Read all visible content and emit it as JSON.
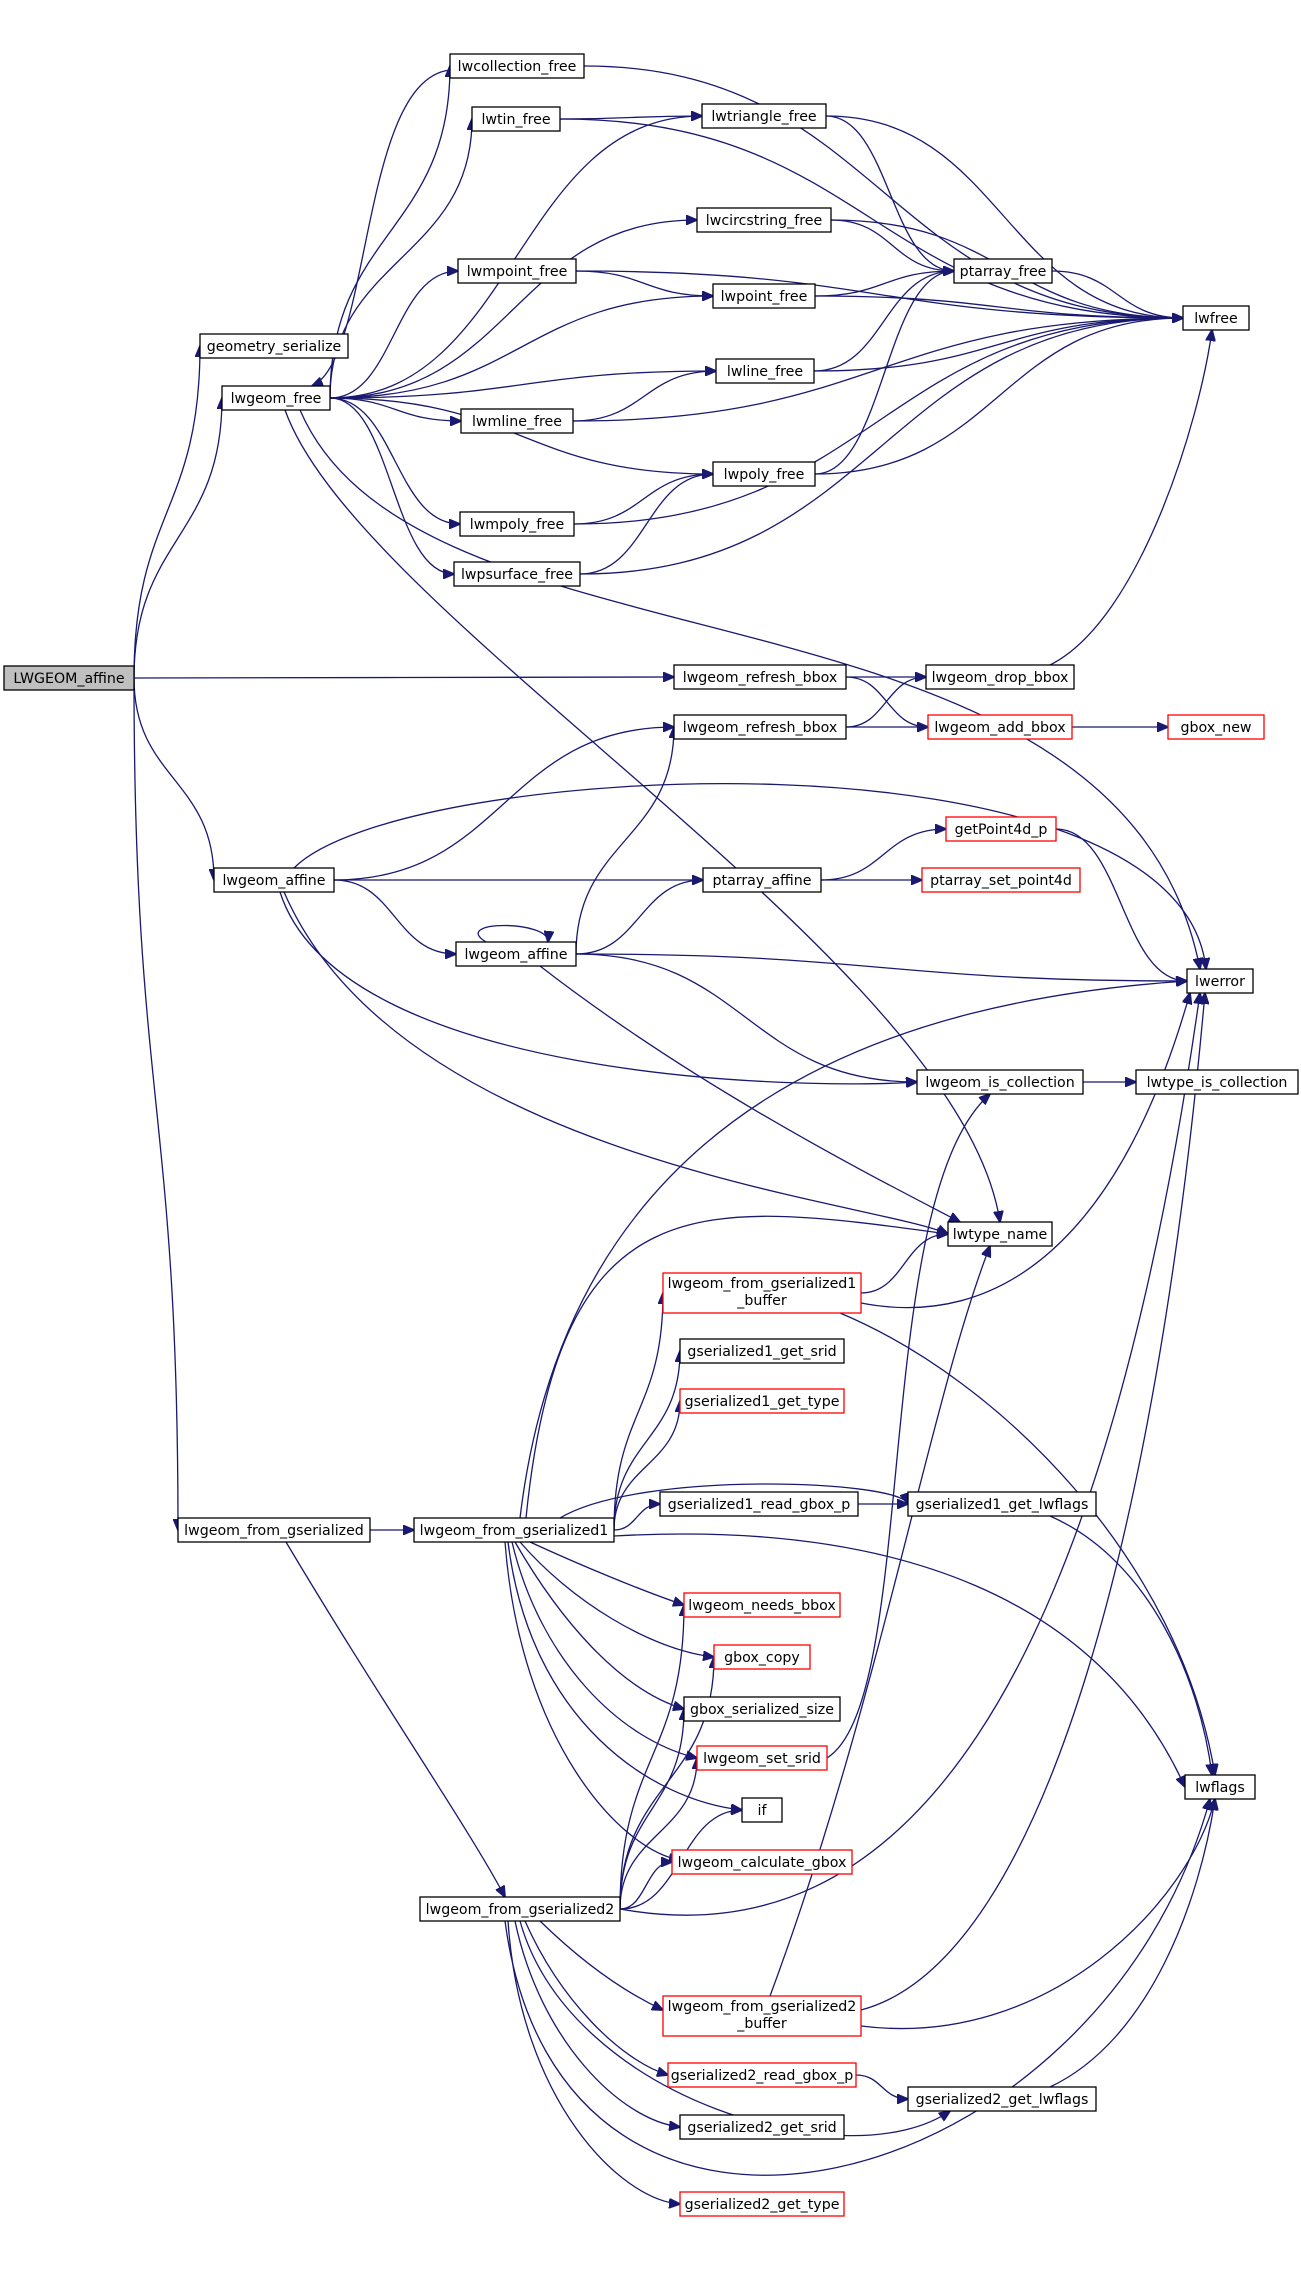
{
  "colors": {
    "edge": "#191970",
    "node_border": "#000000",
    "node_border_incomplete": "#ff0000",
    "root_fill": "#bfbfbf",
    "node_fill": "#ffffff"
  },
  "nodes": {
    "root": {
      "label": "LWGEOM_affine"
    },
    "geometry_serialize": {
      "label": "geometry_serialize"
    },
    "lwgeom_free": {
      "label": "lwgeom_free"
    },
    "lwcollection_free": {
      "label": "lwcollection_free"
    },
    "lwtin_free": {
      "label": "lwtin_free"
    },
    "lwtriangle_free": {
      "label": "lwtriangle_free"
    },
    "lwcircstring_free": {
      "label": "lwcircstring_free"
    },
    "lwmpoint_free": {
      "label": "lwmpoint_free"
    },
    "lwpoint_free": {
      "label": "lwpoint_free"
    },
    "ptarray_free": {
      "label": "ptarray_free"
    },
    "lwfree": {
      "label": "lwfree"
    },
    "lwline_free": {
      "label": "lwline_free"
    },
    "lwmline_free": {
      "label": "lwmline_free"
    },
    "lwpoly_free": {
      "label": "lwpoly_free"
    },
    "lwmpoly_free": {
      "label": "lwmpoly_free"
    },
    "lwpsurface_free": {
      "label": "lwpsurface_free"
    },
    "lwgeom_refresh_bbox_a": {
      "label": "lwgeom_refresh_bbox"
    },
    "lwgeom_drop_bbox": {
      "label": "lwgeom_drop_bbox"
    },
    "lwgeom_refresh_bbox_b": {
      "label": "lwgeom_refresh_bbox"
    },
    "lwgeom_add_bbox": {
      "label": "lwgeom_add_bbox"
    },
    "gbox_new": {
      "label": "gbox_new"
    },
    "lwgeom_affine_a": {
      "label": "lwgeom_affine"
    },
    "getPoint4d_p": {
      "label": "getPoint4d_p"
    },
    "ptarray_affine": {
      "label": "ptarray_affine"
    },
    "ptarray_set_point4d": {
      "label": "ptarray_set_point4d"
    },
    "lwgeom_affine_b": {
      "label": "lwgeom_affine"
    },
    "lwerror": {
      "label": "lwerror"
    },
    "lwgeom_is_collection": {
      "label": "lwgeom_is_collection"
    },
    "lwtype_is_collection": {
      "label": "lwtype_is_collection"
    },
    "lwtype_name": {
      "label": "lwtype_name"
    },
    "lwgeom_from_gserialized1_buffer": {
      "label": "lwgeom_from_gserialized1",
      "label2": "_buffer"
    },
    "gserialized1_get_srid": {
      "label": "gserialized1_get_srid"
    },
    "gserialized1_get_type": {
      "label": "gserialized1_get_type"
    },
    "lwgeom_from_gserialized": {
      "label": "lwgeom_from_gserialized"
    },
    "lwgeom_from_gserialized1": {
      "label": "lwgeom_from_gserialized1"
    },
    "gserialized1_read_gbox_p": {
      "label": "gserialized1_read_gbox_p"
    },
    "gserialized1_get_lwflags": {
      "label": "gserialized1_get_lwflags"
    },
    "lwgeom_needs_bbox": {
      "label": "lwgeom_needs_bbox"
    },
    "gbox_copy": {
      "label": "gbox_copy"
    },
    "gbox_serialized_size": {
      "label": "gbox_serialized_size"
    },
    "lwgeom_set_srid": {
      "label": "lwgeom_set_srid"
    },
    "lwflags": {
      "label": "lwflags"
    },
    "if": {
      "label": "if"
    },
    "lwgeom_calculate_gbox": {
      "label": "lwgeom_calculate_gbox"
    },
    "lwgeom_from_gserialized2": {
      "label": "lwgeom_from_gserialized2"
    },
    "lwgeom_from_gserialized2_buffer": {
      "label": "lwgeom_from_gserialized2",
      "label2": "_buffer"
    },
    "gserialized2_read_gbox_p": {
      "label": "gserialized2_read_gbox_p"
    },
    "gserialized2_get_lwflags": {
      "label": "gserialized2_get_lwflags"
    },
    "gserialized2_get_srid": {
      "label": "gserialized2_get_srid"
    },
    "gserialized2_get_type": {
      "label": "gserialized2_get_type"
    }
  },
  "node_styles": {
    "root": "root",
    "lwgeom_add_bbox": "incomplete",
    "gbox_new": "incomplete",
    "getPoint4d_p": "incomplete",
    "ptarray_set_point4d": "incomplete",
    "lwgeom_from_gserialized1_buffer": "incomplete",
    "gserialized1_get_type": "incomplete",
    "lwgeom_needs_bbox": "incomplete",
    "gbox_copy": "incomplete",
    "lwgeom_set_srid": "incomplete",
    "lwgeom_calculate_gbox": "incomplete",
    "lwgeom_from_gserialized2_buffer": "incomplete",
    "gserialized2_read_gbox_p": "incomplete",
    "gserialized2_get_type": "incomplete"
  },
  "edges": [
    [
      "root",
      "geometry_serialize"
    ],
    [
      "root",
      "lwgeom_free"
    ],
    [
      "root",
      "lwgeom_refresh_bbox_a"
    ],
    [
      "root",
      "lwgeom_affine_a"
    ],
    [
      "root",
      "lwgeom_from_gserialized"
    ],
    [
      "lwgeom_free",
      "lwcollection_free"
    ],
    [
      "lwgeom_free",
      "lwtin_free"
    ],
    [
      "lwgeom_free",
      "lwtriangle_free"
    ],
    [
      "lwgeom_free",
      "lwcircstring_free"
    ],
    [
      "lwgeom_free",
      "lwmpoint_free"
    ],
    [
      "lwgeom_free",
      "lwpoint_free"
    ],
    [
      "lwgeom_free",
      "lwline_free"
    ],
    [
      "lwgeom_free",
      "lwmline_free"
    ],
    [
      "lwgeom_free",
      "lwpoly_free"
    ],
    [
      "lwgeom_free",
      "lwmpoly_free"
    ],
    [
      "lwgeom_free",
      "lwpsurface_free"
    ],
    [
      "lwgeom_free",
      "lwerror"
    ],
    [
      "lwgeom_free",
      "lwtype_name"
    ],
    [
      "lwcollection_free",
      "lwgeom_free"
    ],
    [
      "lwcollection_free",
      "lwfree"
    ],
    [
      "lwtin_free",
      "lwtriangle_free"
    ],
    [
      "lwtin_free",
      "lwfree"
    ],
    [
      "lwtriangle_free",
      "ptarray_free"
    ],
    [
      "lwtriangle_free",
      "lwfree"
    ],
    [
      "lwcircstring_free",
      "ptarray_free"
    ],
    [
      "lwcircstring_free",
      "lwfree"
    ],
    [
      "lwmpoint_free",
      "lwpoint_free"
    ],
    [
      "lwmpoint_free",
      "lwfree"
    ],
    [
      "lwpoint_free",
      "ptarray_free"
    ],
    [
      "lwpoint_free",
      "lwfree"
    ],
    [
      "ptarray_free",
      "lwfree"
    ],
    [
      "lwline_free",
      "ptarray_free"
    ],
    [
      "lwline_free",
      "lwfree"
    ],
    [
      "lwmline_free",
      "lwline_free"
    ],
    [
      "lwmline_free",
      "lwfree"
    ],
    [
      "lwpoly_free",
      "ptarray_free"
    ],
    [
      "lwpoly_free",
      "lwfree"
    ],
    [
      "lwmpoly_free",
      "lwpoly_free"
    ],
    [
      "lwmpoly_free",
      "lwfree"
    ],
    [
      "lwpsurface_free",
      "lwpoly_free"
    ],
    [
      "lwpsurface_free",
      "lwfree"
    ],
    [
      "lwgeom_refresh_bbox_a",
      "lwgeom_drop_bbox"
    ],
    [
      "lwgeom_refresh_bbox_a",
      "lwgeom_add_bbox"
    ],
    [
      "lwgeom_drop_bbox",
      "lwfree"
    ],
    [
      "lwgeom_refresh_bbox_b",
      "lwgeom_drop_bbox"
    ],
    [
      "lwgeom_refresh_bbox_b",
      "lwgeom_add_bbox"
    ],
    [
      "lwgeom_add_bbox",
      "gbox_new"
    ],
    [
      "lwgeom_affine_a",
      "lwgeom_refresh_bbox_b"
    ],
    [
      "lwgeom_affine_a",
      "ptarray_affine"
    ],
    [
      "lwgeom_affine_a",
      "lwgeom_affine_b"
    ],
    [
      "lwgeom_affine_a",
      "lwerror"
    ],
    [
      "lwgeom_affine_a",
      "lwgeom_is_collection"
    ],
    [
      "lwgeom_affine_a",
      "lwtype_name"
    ],
    [
      "lwgeom_affine_b",
      "lwgeom_affine_b"
    ],
    [
      "lwgeom_affine_b",
      "lwgeom_refresh_bbox_b"
    ],
    [
      "lwgeom_affine_b",
      "ptarray_affine"
    ],
    [
      "lwgeom_affine_b",
      "lwerror"
    ],
    [
      "lwgeom_affine_b",
      "lwgeom_is_collection"
    ],
    [
      "lwgeom_affine_b",
      "lwtype_name"
    ],
    [
      "ptarray_affine",
      "getPoint4d_p"
    ],
    [
      "ptarray_affine",
      "ptarray_set_point4d"
    ],
    [
      "getPoint4d_p",
      "lwerror"
    ],
    [
      "lwgeom_is_collection",
      "lwtype_is_collection"
    ],
    [
      "lwgeom_from_gserialized",
      "lwgeom_from_gserialized1"
    ],
    [
      "lwgeom_from_gserialized",
      "lwgeom_from_gserialized2"
    ],
    [
      "lwgeom_from_gserialized1",
      "lwerror"
    ],
    [
      "lwgeom_from_gserialized1",
      "lwtype_name"
    ],
    [
      "lwgeom_from_gserialized1",
      "lwgeom_from_gserialized1_buffer"
    ],
    [
      "lwgeom_from_gserialized1",
      "gserialized1_get_srid"
    ],
    [
      "lwgeom_from_gserialized1",
      "gserialized1_get_type"
    ],
    [
      "lwgeom_from_gserialized1",
      "gserialized1_read_gbox_p"
    ],
    [
      "lwgeom_from_gserialized1",
      "gserialized1_get_lwflags"
    ],
    [
      "lwgeom_from_gserialized1",
      "lwflags"
    ],
    [
      "lwgeom_from_gserialized1",
      "lwgeom_needs_bbox"
    ],
    [
      "lwgeom_from_gserialized1",
      "gbox_copy"
    ],
    [
      "lwgeom_from_gserialized1",
      "gbox_serialized_size"
    ],
    [
      "lwgeom_from_gserialized1",
      "lwgeom_set_srid"
    ],
    [
      "lwgeom_from_gserialized1",
      "if"
    ],
    [
      "lwgeom_from_gserialized1",
      "lwgeom_calculate_gbox"
    ],
    [
      "lwgeom_from_gserialized1_buffer",
      "lwtype_name"
    ],
    [
      "lwgeom_from_gserialized1_buffer",
      "lwerror"
    ],
    [
      "lwgeom_from_gserialized1_buffer",
      "lwflags"
    ],
    [
      "gserialized1_read_gbox_p",
      "gserialized1_get_lwflags"
    ],
    [
      "gserialized1_get_lwflags",
      "lwflags"
    ],
    [
      "lwgeom_set_srid",
      "lwgeom_is_collection"
    ],
    [
      "lwgeom_from_gserialized2",
      "lwgeom_needs_bbox"
    ],
    [
      "lwgeom_from_gserialized2",
      "gbox_copy"
    ],
    [
      "lwgeom_from_gserialized2",
      "gbox_serialized_size"
    ],
    [
      "lwgeom_from_gserialized2",
      "lwgeom_set_srid"
    ],
    [
      "lwgeom_from_gserialized2",
      "if"
    ],
    [
      "lwgeom_from_gserialized2",
      "lwgeom_calculate_gbox"
    ],
    [
      "lwgeom_from_gserialized2",
      "lwerror"
    ],
    [
      "lwgeom_from_gserialized2",
      "lwgeom_from_gserialized2_buffer"
    ],
    [
      "lwgeom_from_gserialized2",
      "gserialized2_read_gbox_p"
    ],
    [
      "lwgeom_from_gserialized2",
      "gserialized2_get_lwflags"
    ],
    [
      "lwgeom_from_gserialized2",
      "gserialized2_get_srid"
    ],
    [
      "lwgeom_from_gserialized2",
      "gserialized2_get_type"
    ],
    [
      "lwgeom_from_gserialized2",
      "lwflags"
    ],
    [
      "lwgeom_from_gserialized2_buffer",
      "lwtype_name"
    ],
    [
      "lwgeom_from_gserialized2_buffer",
      "lwerror"
    ],
    [
      "lwgeom_from_gserialized2_buffer",
      "lwflags"
    ],
    [
      "gserialized2_read_gbox_p",
      "gserialized2_get_lwflags"
    ],
    [
      "gserialized2_get_lwflags",
      "lwflags"
    ]
  ]
}
